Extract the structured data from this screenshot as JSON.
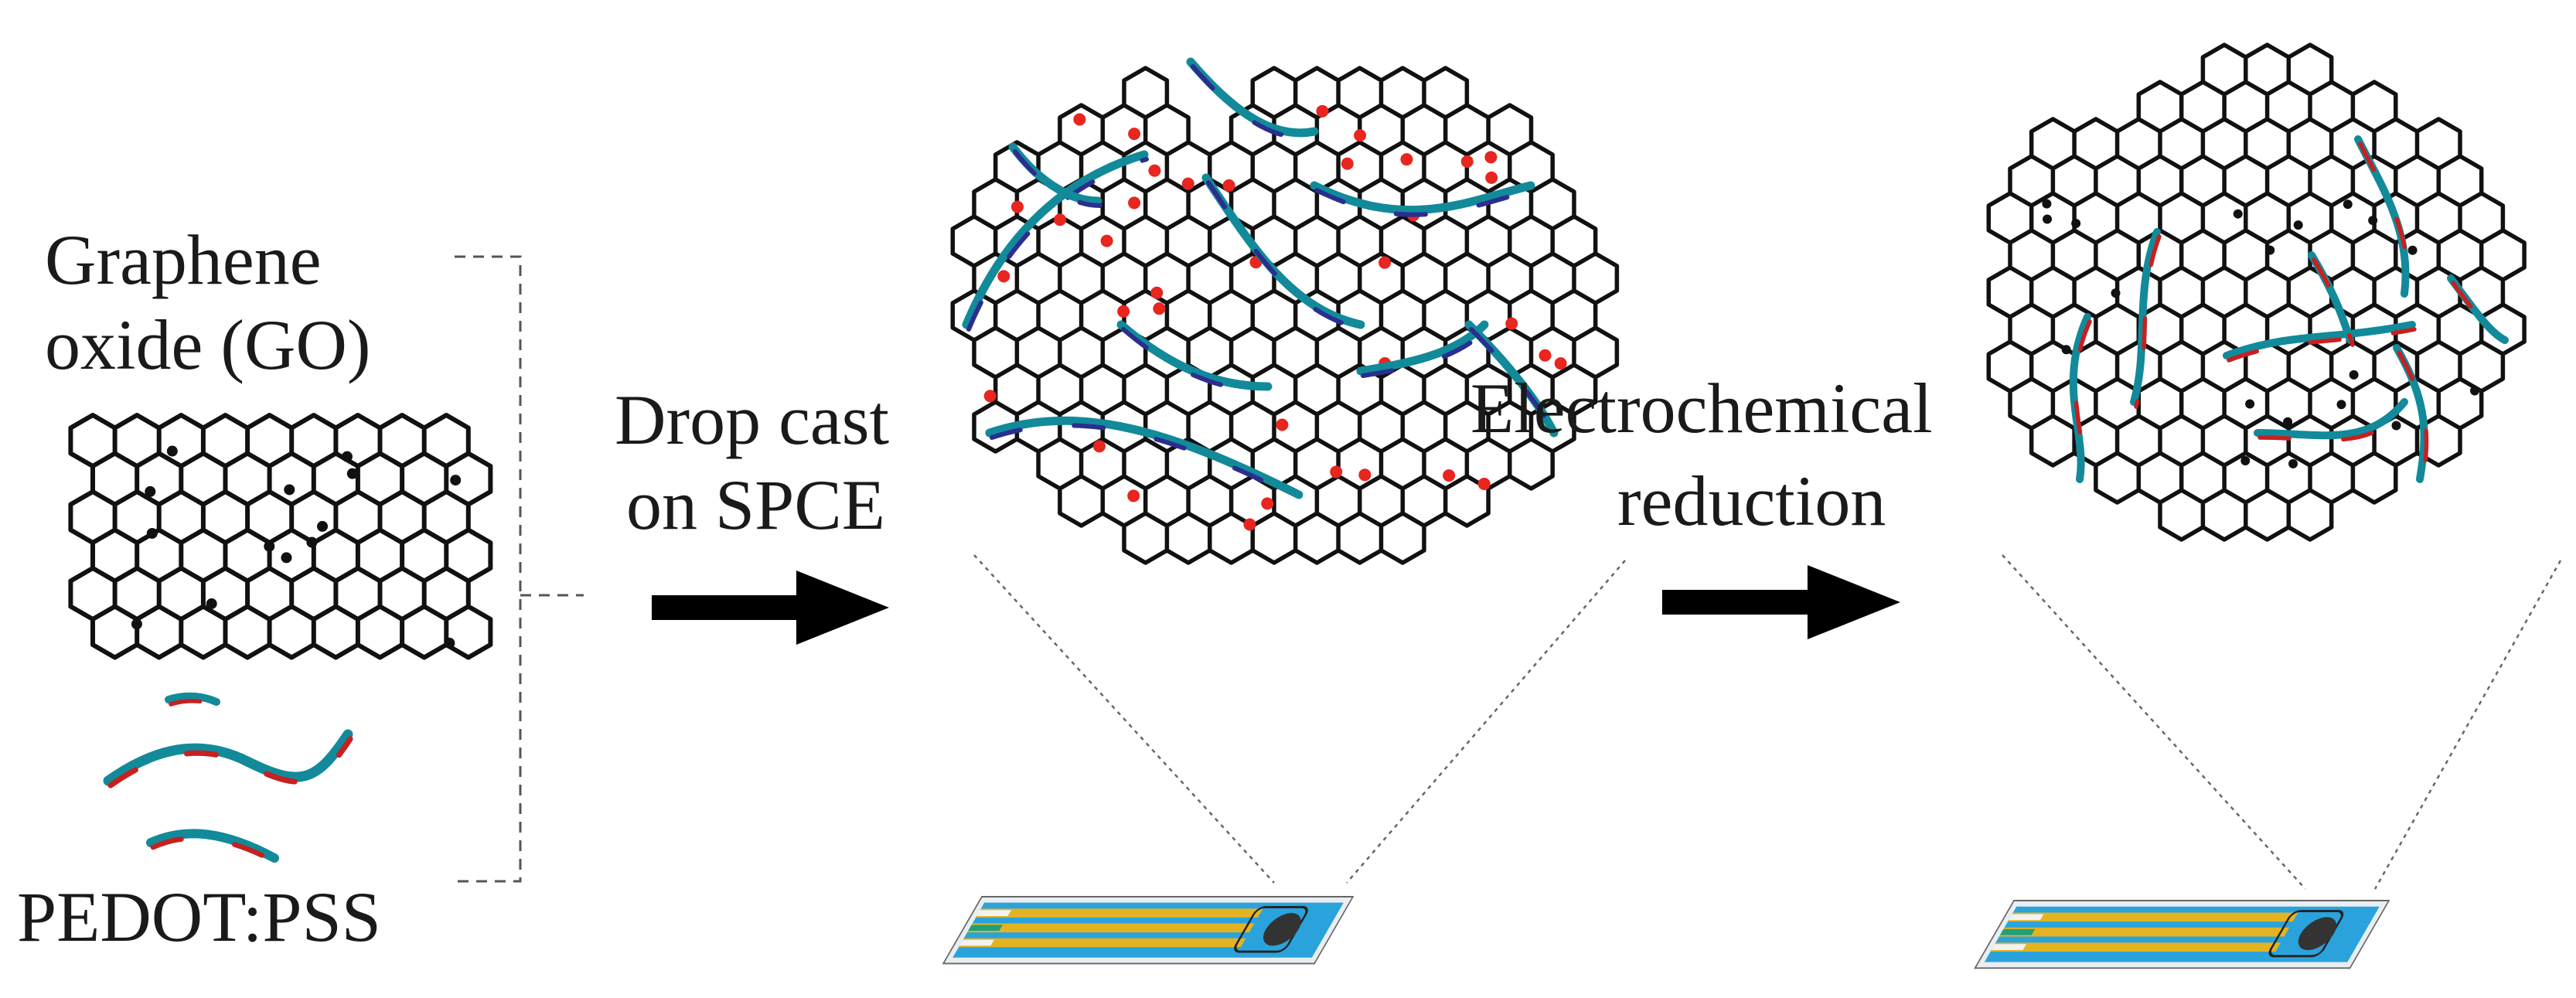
{
  "labels": {
    "graphene_oxide_line1": "Graphene",
    "graphene_oxide_line2": "oxide (GO)",
    "pedot_pss": "PEDOT:PSS",
    "step1_line1": "Drop cast",
    "step1_line2": "on SPCE",
    "step2_line1": "Electrochemical",
    "step2_line2": "reduction"
  },
  "colors": {
    "lattice": "#111111",
    "oxygen_groups": "#e8251f",
    "pedot_strand": "#128a9a",
    "pss_strand_go": "#2b2e8f",
    "pss_strand_reduced": "#c81f1f",
    "arrow": "#000000",
    "electrode_yellow": "#e3b321",
    "electrode_blue": "#2aa3dc",
    "electrode_green": "#1fa07a"
  },
  "icons": [
    "graphene-oxide-sheet-icon",
    "pedot-pss-strands-icon",
    "go-pedot-composite-icon",
    "reduced-composite-icon",
    "spce-electrode-icon"
  ]
}
